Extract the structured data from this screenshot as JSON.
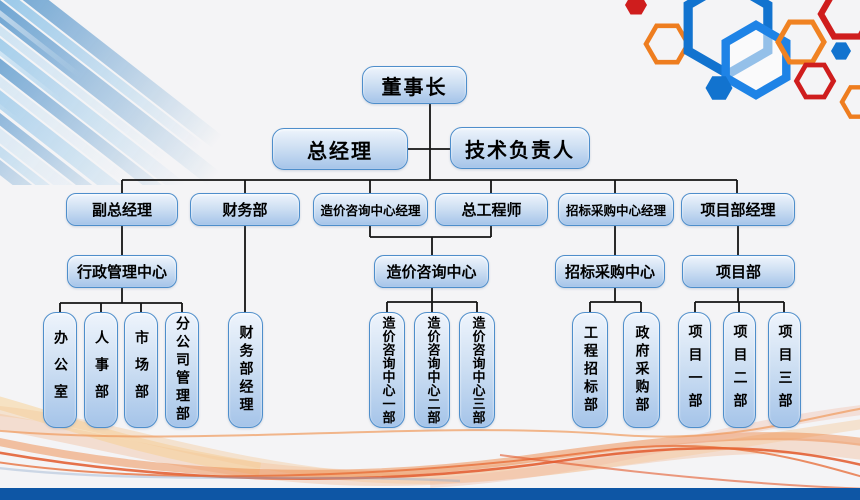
{
  "org": {
    "chairman": "董事长",
    "general_manager": "总经理",
    "technical_director": "技术负责人",
    "deputy_general_manager": "副总经理",
    "finance_department": "财务部",
    "cost_consulting_center_manager": "造价咨询中心经理",
    "chief_engineer": "总工程师",
    "bidding_procurement_center_manager": "招标采购中心经理",
    "project_department_manager": "项目部经理",
    "administration_center": "行政管理中心",
    "cost_consulting_center": "造价咨询中心",
    "bidding_procurement_center": "招标采购中心",
    "project_department": "项目部",
    "office": "办公室",
    "hr_department": "人事部",
    "marketing_department": "市场部",
    "branch_management_department": "分公司管理部",
    "finance_department_manager": "财务部经理",
    "cost_consulting_dept_1": "造价咨询中心一部",
    "cost_consulting_dept_2": "造价咨询中心二部",
    "cost_consulting_dept_3": "造价咨询中心三部",
    "engineering_bidding_department": "工程招标部",
    "government_procurement_department": "政府采购部",
    "project_dept_1": "项目一部",
    "project_dept_2": "项目二部",
    "project_dept_3": "项目三部"
  },
  "colors": {
    "background": "#f4f4f6",
    "box_border": "#4e8ecb",
    "box_fill_top": "#eef4fc",
    "box_fill_bottom": "#a5c4e9",
    "connector_line": "#141414",
    "footer_bar": "#0e56a5",
    "wave_orange": "#e2592b",
    "streak_blue": "#2176bd",
    "hexagon_blue": "#1273cf",
    "hexagon_red": "#cf1d1d",
    "hexagon_orange": "#ee7d1f"
  }
}
